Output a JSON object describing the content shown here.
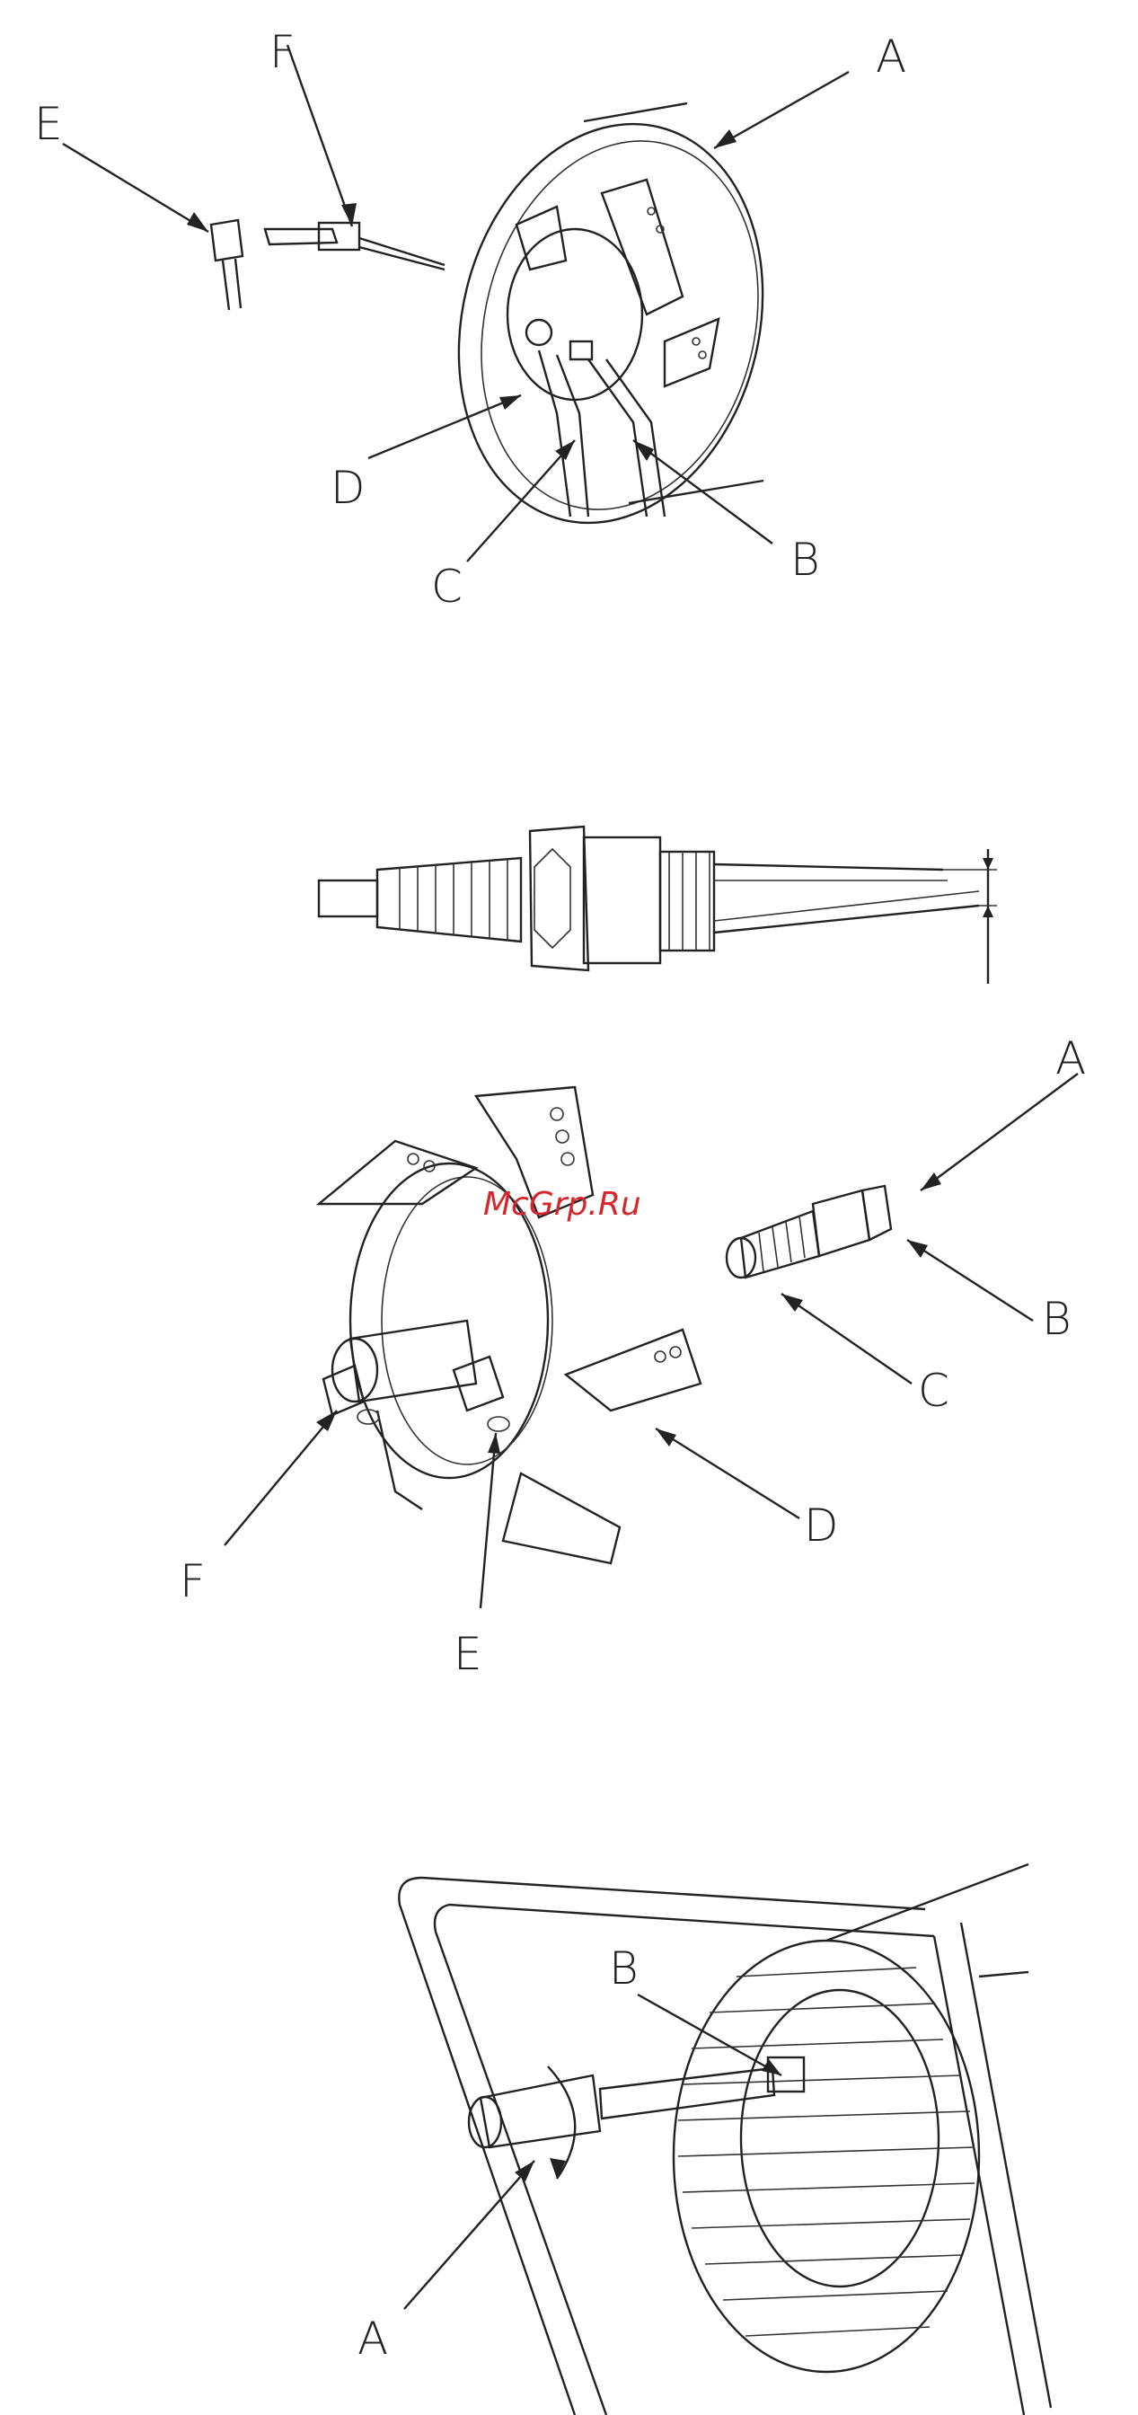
{
  "watermark": "McGrp.Ru",
  "figure1": {
    "labels": {
      "a": "A",
      "b": "B",
      "c": "C",
      "d": "D",
      "e": "E",
      "f": "F"
    }
  },
  "figure2": {},
  "figure3": {
    "labels": {
      "a": "A",
      "b": "B",
      "c": "C",
      "d": "D",
      "e": "E",
      "f": "F"
    }
  },
  "figure4": {
    "labels": {
      "a": "A",
      "b": "B"
    }
  }
}
